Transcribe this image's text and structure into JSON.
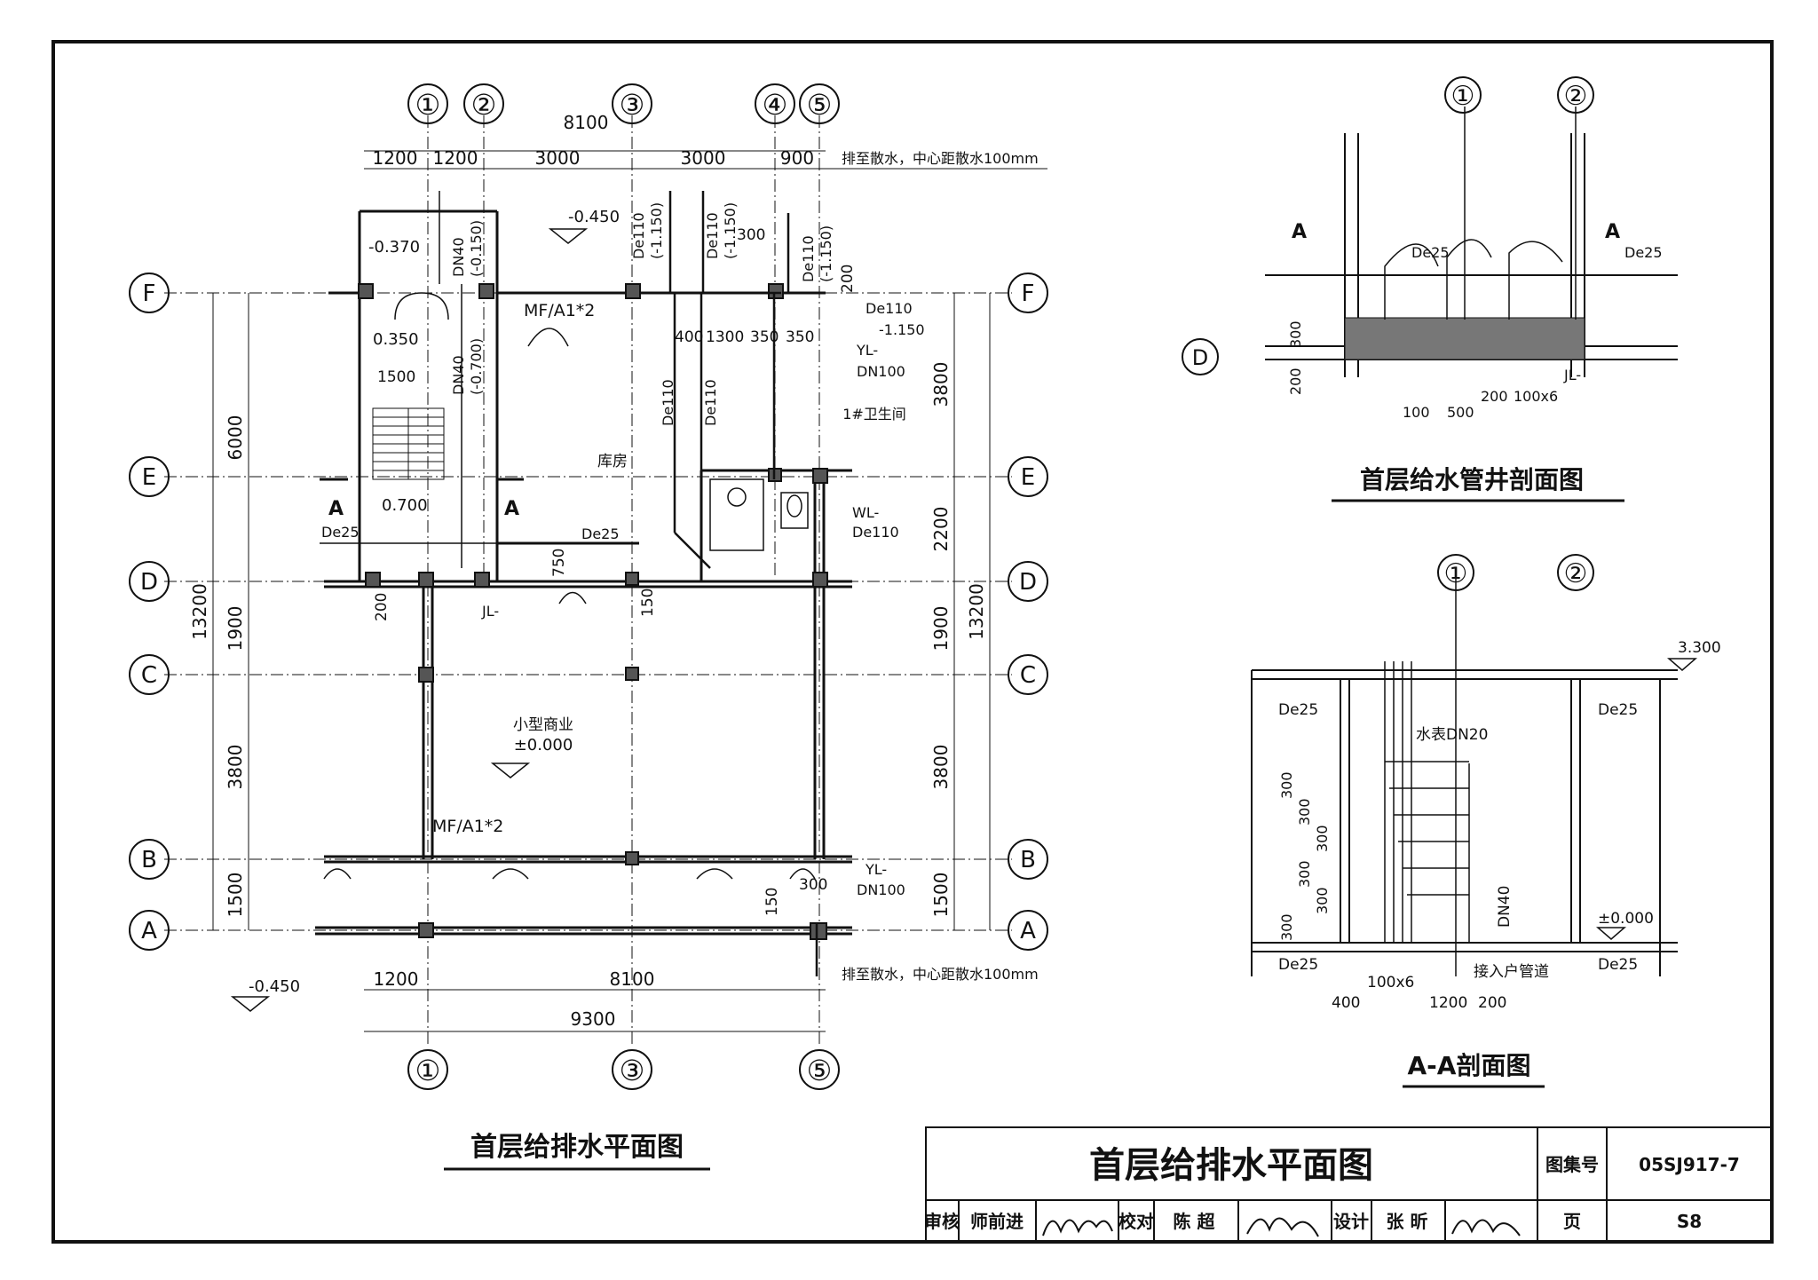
{
  "plan": {
    "title": "首层给排水平面图",
    "dims_top": [
      "8100",
      "1200",
      "1200",
      "3000",
      "3000",
      "900"
    ],
    "dims_bottom": [
      "1200",
      "8100",
      "9300"
    ],
    "dims_left": [
      "6000",
      "1900",
      "3800",
      "1500",
      "13200"
    ],
    "dims_right": [
      "3800",
      "2200",
      "1900",
      "3800",
      "1500",
      "13200"
    ],
    "axes_top": [
      "①",
      "②",
      "③",
      "④",
      "⑤"
    ],
    "axes_bottom": [
      "①",
      "③",
      "⑤"
    ],
    "axes_rows": [
      "F",
      "E",
      "D",
      "C",
      "B",
      "A"
    ],
    "levels": [
      "-0.450",
      "-0.370",
      "0.350",
      "0.700",
      "-0.450",
      "±0.000"
    ],
    "room_storage": "库房",
    "room_wc": "1#卫生间",
    "room_shop": "小型商业",
    "shop_level": "±0.000",
    "extinguisher_1": "MF/A1*2",
    "extinguisher_2": "MF/A1*2",
    "note_drain_1": "排至散水，中心距散水100mm",
    "note_drain_2": "排至散水，中心距散水100mm",
    "pipe_labels": [
      "De110",
      "(-1.150)",
      "De110",
      "(-1.150)",
      "De110",
      "(-1.150)",
      "DN40",
      "(-0.150)",
      "DN40",
      "(-0.700)",
      "De25",
      "De25",
      "De110",
      "-1.150",
      "YL-",
      "DN100",
      "WL-",
      "De110",
      "JL-",
      "YL-",
      "DN100",
      "De110",
      "De110"
    ],
    "small_dims": [
      "300",
      "200",
      "400",
      "1300",
      "350",
      "350",
      "1500",
      "750",
      "200",
      "150",
      "300",
      "150",
      "A",
      "A"
    ]
  },
  "section_shaft": {
    "title": "首层给水管井剖面图",
    "axes": [
      "①",
      "②"
    ],
    "row_axis": "D",
    "labels": [
      "A",
      "A",
      "De25",
      "De25",
      "JL-"
    ],
    "dims": [
      "300",
      "200",
      "100",
      "500",
      "200",
      "100x6"
    ]
  },
  "section_aa": {
    "title": "A-A剖面图",
    "axes": [
      "①",
      "②"
    ],
    "level_top": "3.300",
    "level_bottom": "±0.000",
    "labels": [
      "De25",
      "De25",
      "De25",
      "De25",
      "水表DN20",
      "DN40",
      "接入户管道"
    ],
    "dims_left": [
      "300",
      "300",
      "300",
      "300",
      "300",
      "300"
    ],
    "dims_bottom": [
      "400",
      "100x6",
      "1200",
      "200"
    ]
  },
  "title_block": {
    "title": "首层给排水平面图",
    "atlas_label": "图集号",
    "atlas_no": "05SJ917-7",
    "page_label": "页",
    "page_no": "S8",
    "review_label": "审核",
    "reviewer": "师前进",
    "check_label": "校对",
    "checker": "陈 超",
    "design_label": "设计",
    "designer": "张 昕"
  }
}
